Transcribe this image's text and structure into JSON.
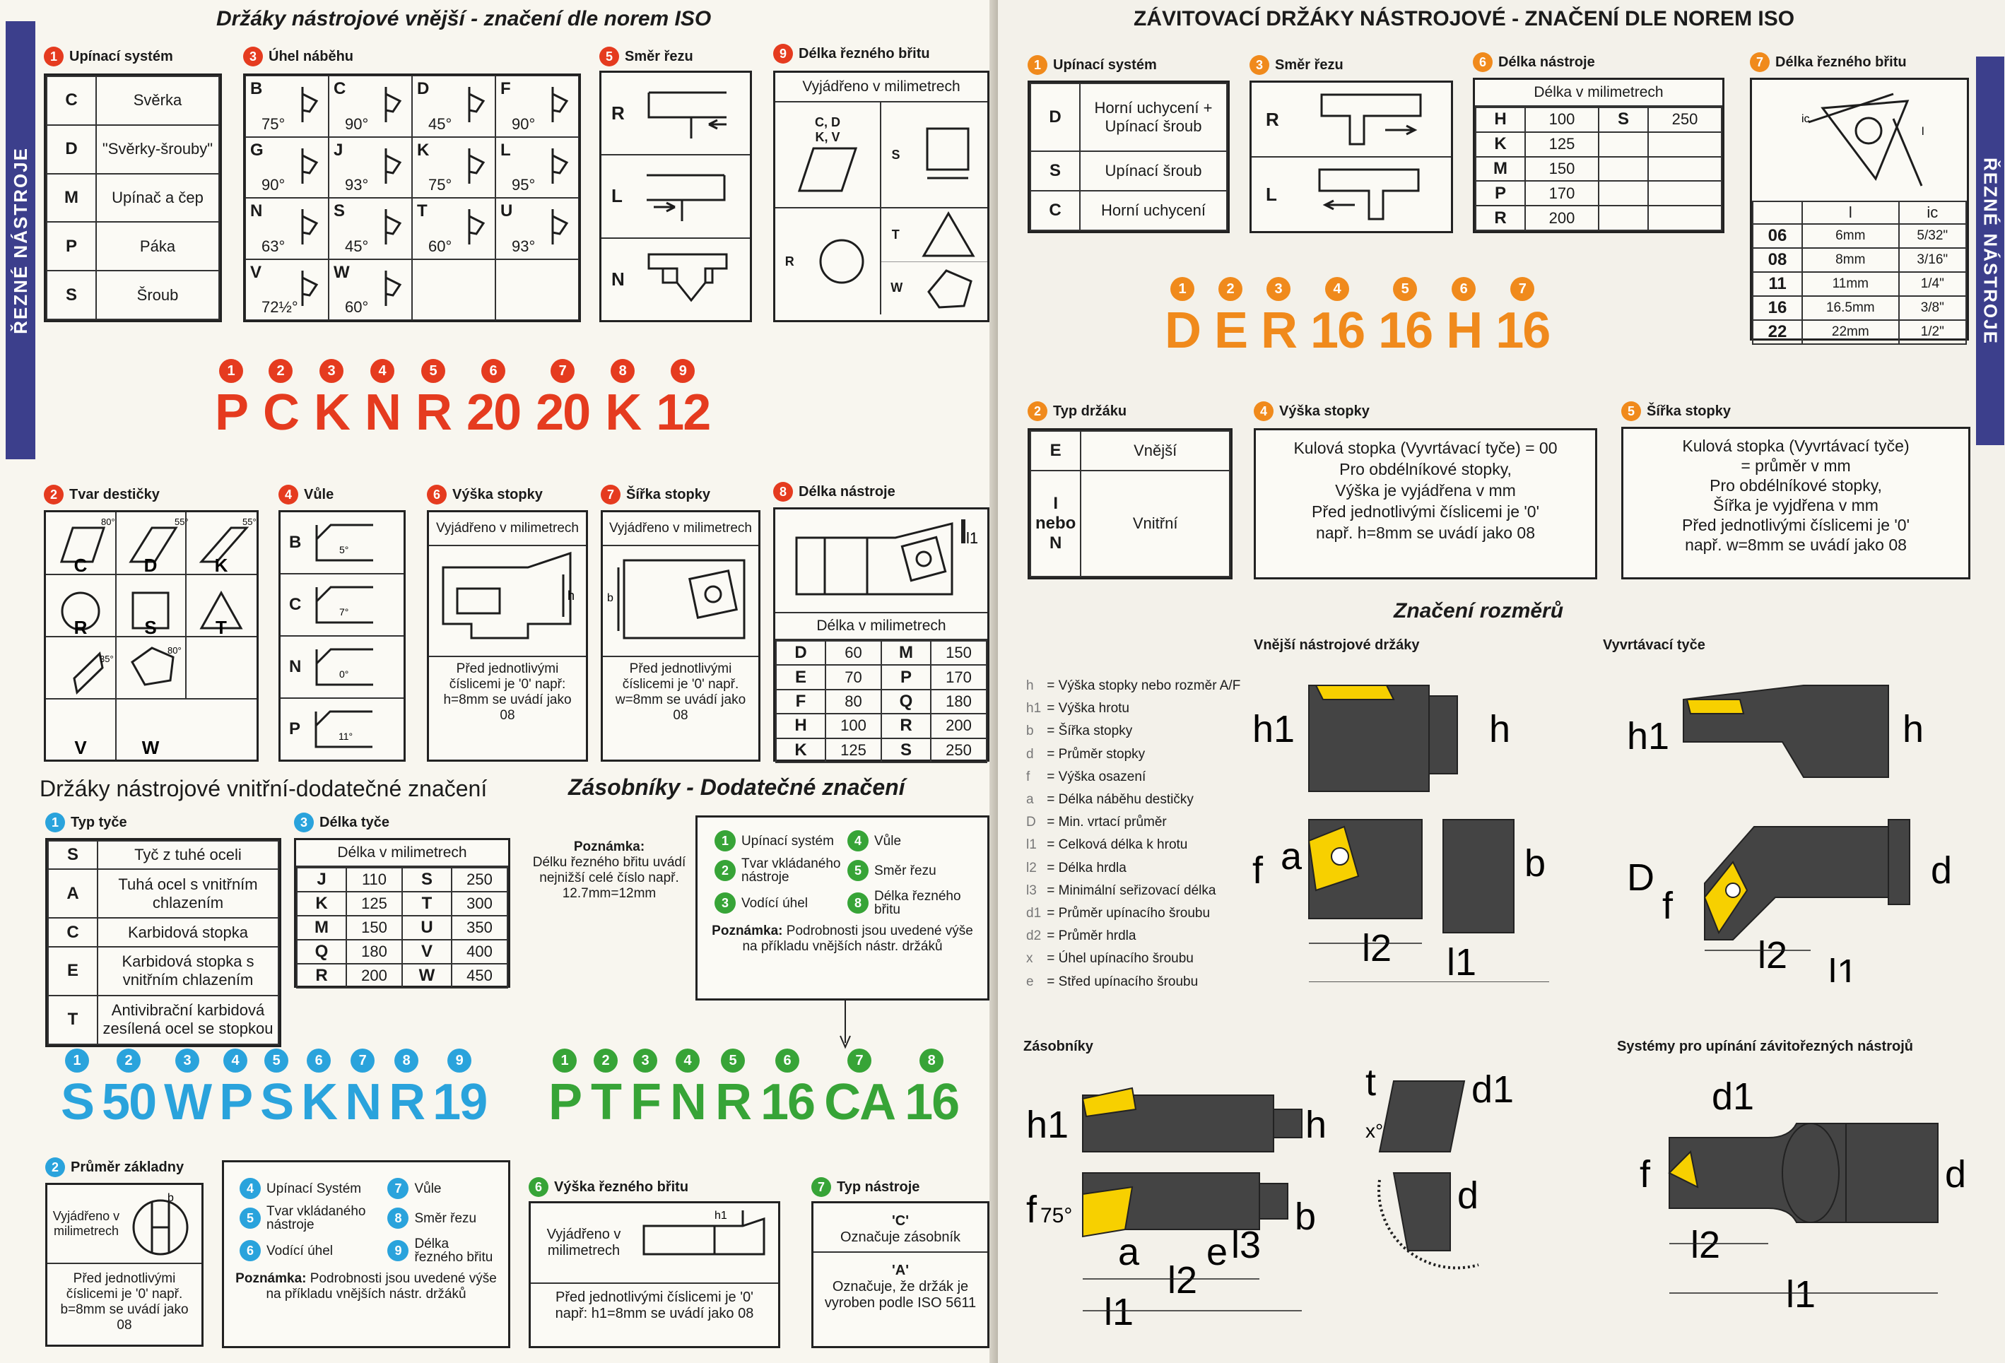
{
  "left_title": "Držáky nástrojové vnější - značení dle norem ISO",
  "side_label": "ŘEZNÉ NÁSTROJE",
  "upinaci": {
    "num": "1",
    "title": "Upínací systém",
    "rows": [
      [
        "C",
        "Svěrka"
      ],
      [
        "D",
        "\"Svěrky-šrouby\""
      ],
      [
        "M",
        "Upínač a čep"
      ],
      [
        "P",
        "Páka"
      ],
      [
        "S",
        "Šroub"
      ]
    ]
  },
  "uhel": {
    "num": "3",
    "title": "Úhel náběhu",
    "cells": [
      [
        "B",
        "75°"
      ],
      [
        "C",
        "90°"
      ],
      [
        "D",
        "45°"
      ],
      [
        "F",
        "90°"
      ],
      [
        "G",
        "90°"
      ],
      [
        "J",
        "93°"
      ],
      [
        "K",
        "75°"
      ],
      [
        "L",
        "95°"
      ],
      [
        "N",
        "63°"
      ],
      [
        "S",
        "45°"
      ],
      [
        "T",
        "60°"
      ],
      [
        "U",
        "93°"
      ],
      [
        "V",
        "72½°"
      ],
      [
        "W",
        "60°"
      ]
    ]
  },
  "smer": {
    "num": "5",
    "title": "Směr řezu",
    "rows": [
      "R",
      "L",
      "N"
    ]
  },
  "delka_brit": {
    "num": "9",
    "title": "Délka řezného břitu",
    "subtitle": "Vyjádřeno v milimetrech",
    "labels": [
      "C, D",
      "K, V",
      "S",
      "T",
      "R",
      "W"
    ]
  },
  "code_main": {
    "nums": [
      "1",
      "2",
      "3",
      "4",
      "5",
      "6",
      "7",
      "8",
      "9"
    ],
    "letters": [
      "P",
      "C",
      "K",
      "N",
      "R",
      "20",
      "20",
      "K",
      "12"
    ]
  },
  "tvar": {
    "num": "2",
    "title": "Tvar destičky",
    "angles": [
      "80°",
      "55°",
      "55°",
      "35°",
      "80°"
    ],
    "labels": [
      "C",
      "D",
      "K",
      "R",
      "S",
      "T",
      "V",
      "W"
    ]
  },
  "vule": {
    "num": "4",
    "title": "Vůle",
    "rows": [
      [
        "B",
        "5°"
      ],
      [
        "C",
        "7°"
      ],
      [
        "N",
        "0°"
      ],
      [
        "P",
        "11°"
      ]
    ]
  },
  "vyska": {
    "num": "6",
    "title": "Výška stopky",
    "subtitle": "Vyjádřeno v milimetrech",
    "note": "Před jednotlivými číslicemi je '0' např: h=8mm se uvádí jako 08",
    "dim": "h"
  },
  "sirka": {
    "num": "7",
    "title": "Šířka stopky",
    "subtitle": "Vyjádřeno v milimetrech",
    "note": "Před jednotlivými číslicemi je '0' např. w=8mm se uvádí jako 08",
    "dim": "b"
  },
  "delka_nastroje": {
    "num": "8",
    "title": "Délka nástroje",
    "dim": "l1",
    "subtitle": "Délka v milimetrech",
    "rows": [
      [
        "D",
        "60",
        "M",
        "150"
      ],
      [
        "E",
        "70",
        "P",
        "170"
      ],
      [
        "F",
        "80",
        "Q",
        "180"
      ],
      [
        "H",
        "100",
        "R",
        "200"
      ],
      [
        "K",
        "125",
        "S",
        "250"
      ]
    ]
  },
  "inner_title": "Držáky nástrojové vnitřní-dodatečné značení",
  "typ_tyce": {
    "num": "1",
    "title": "Typ tyče",
    "rows": [
      [
        "S",
        "Tyč z tuhé oceli"
      ],
      [
        "A",
        "Tuhá ocel s vnitřním chlazením"
      ],
      [
        "C",
        "Karbidová stopka"
      ],
      [
        "E",
        "Karbidová stopka s vnitřním chlazením"
      ],
      [
        "T",
        "Antivibrační karbidová zesílená ocel se stopkou"
      ]
    ]
  },
  "delka_tyce": {
    "num": "3",
    "title": "Délka tyče",
    "subtitle": "Délka v milimetrech",
    "rows": [
      [
        "J",
        "110",
        "S",
        "250"
      ],
      [
        "K",
        "125",
        "T",
        "300"
      ],
      [
        "M",
        "150",
        "U",
        "350"
      ],
      [
        "Q",
        "180",
        "V",
        "400"
      ],
      [
        "R",
        "200",
        "W",
        "450"
      ]
    ]
  },
  "zasobniky_title": "Zásobníky - Dodatečné značení",
  "zas_note": {
    "label": "Poznámka:",
    "text": "Délku řezného břitu uvádí nejnižší celé číslo např. 12.7mm=12mm"
  },
  "zas_legend": {
    "items": [
      [
        "1",
        "Upínací systém"
      ],
      [
        "4",
        "Vůle"
      ],
      [
        "2",
        "Tvar vkládaného nástroje"
      ],
      [
        "5",
        "Směr řezu"
      ],
      [
        "3",
        "Vodící úhel"
      ],
      [
        "8",
        "Délka řezného břitu"
      ]
    ],
    "note_label": "Poznámka:",
    "note": "Podrobnosti jsou uvedené výše na příkladu vnějších nástr. držáků"
  },
  "code_inner": {
    "nums": [
      "1",
      "2",
      "3",
      "4",
      "5",
      "6",
      "7",
      "8",
      "9"
    ],
    "letters": [
      "S",
      "50",
      "W",
      "P",
      "S",
      "K",
      "N",
      "R",
      "19"
    ]
  },
  "code_zas": {
    "nums": [
      "1",
      "2",
      "3",
      "4",
      "5",
      "6",
      "7",
      "8"
    ],
    "letters": [
      "P",
      "T",
      "F",
      "N",
      "R",
      "16",
      "CA",
      "16"
    ]
  },
  "prumer": {
    "num": "2",
    "title": "Průměr základny",
    "subtitle": "Vyjádřeno v milimetrech",
    "dim": "b",
    "note": "Před jednotlivými číslicemi je '0' např. b=8mm se uvádí jako 08"
  },
  "inner_legend": {
    "items": [
      [
        "4",
        "Upínací Systém"
      ],
      [
        "7",
        "Vůle"
      ],
      [
        "5",
        "Tvar vkládaného nástroje"
      ],
      [
        "8",
        "Směr řezu"
      ],
      [
        "6",
        "Vodící úhel"
      ],
      [
        "9",
        "Délka řezného břitu"
      ]
    ],
    "note_label": "Poznámka:",
    "note": "Podrobnosti jsou uvedené výše na příkladu vnějších nástr. držáků"
  },
  "vyska_britu": {
    "num": "6",
    "title": "Výška řezného břitu",
    "subtitle": "Vyjádřeno v milimetrech",
    "dim": "h1",
    "note": "Před jednotlivými číslicemi je '0' např: h1=8mm se uvádí jako 08"
  },
  "typ_nastroje": {
    "num": "7",
    "title": "Typ nástroje",
    "c_code": "'C'",
    "c_text": "Označuje zásobník",
    "a_code": "'A'",
    "a_text": "Označuje, že držák je vyroben podle ISO 5611"
  },
  "right_title": "ZÁVITOVACÍ DRŽÁKY NÁSTROJOVÉ - ZNAČENÍ DLE NOREM ISO",
  "r_upinaci": {
    "num": "1",
    "title": "Upínací systém",
    "rows": [
      [
        "D",
        "Horní uchycení + Upínací šroub"
      ],
      [
        "S",
        "Upínací šroub"
      ],
      [
        "C",
        "Horní uchycení"
      ]
    ]
  },
  "r_smer": {
    "num": "3",
    "title": "Směr řezu",
    "rows": [
      "R",
      "L"
    ]
  },
  "r_delka": {
    "num": "6",
    "title": "Délka nástroje",
    "subtitle": "Délka v milimetrech",
    "rows": [
      [
        "H",
        "100",
        "S",
        "250"
      ],
      [
        "K",
        "125",
        "",
        ""
      ],
      [
        "M",
        "150",
        "",
        ""
      ],
      [
        "P",
        "170",
        "",
        ""
      ],
      [
        "R",
        "200",
        "",
        ""
      ]
    ]
  },
  "r_brit": {
    "num": "7",
    "title": "Délka řezného břitu",
    "labels": [
      "ic",
      "l"
    ],
    "header": [
      "l",
      "ic"
    ],
    "rows": [
      [
        "06",
        "6mm",
        "5/32\""
      ],
      [
        "08",
        "8mm",
        "3/16\""
      ],
      [
        "11",
        "11mm",
        "1/4\""
      ],
      [
        "16",
        "16.5mm",
        "3/8\""
      ],
      [
        "22",
        "22mm",
        "1/2\""
      ]
    ]
  },
  "code_r": {
    "nums": [
      "1",
      "2",
      "3",
      "4",
      "5",
      "6",
      "7"
    ],
    "letters": [
      "D",
      "E",
      "R",
      "16",
      "16",
      "H",
      "16"
    ]
  },
  "r_typ": {
    "num": "2",
    "title": "Typ držáku",
    "rows": [
      [
        "E",
        "Vnější"
      ],
      [
        "I nebo N",
        "Vnitřní"
      ]
    ]
  },
  "r_vyska": {
    "num": "4",
    "title": "Výška stopky",
    "lines": [
      "Kulová stopka (Vyvrtávací tyče) = 00",
      "Pro obdélníkové stopky,",
      "Výška je vyjádřena v mm",
      "Před jednotlivými číslicemi je '0'",
      "např. h=8mm se uvádí jako 08"
    ]
  },
  "r_sirka": {
    "num": "5",
    "title": "Šířka stopky",
    "lines": [
      "Kulová stopka (Vyvrtávací tyče)",
      "= průměr v mm",
      "Pro obdélníkové stopky,",
      "Šířka je vyjdřena v mm",
      "Před jednotlivými číslicemi je '0'",
      "např. w=8mm se uvádí jako 08"
    ]
  },
  "rozmery_title": "Značení rozměrů",
  "ext_label": "Vnější nástrojové držáky",
  "bore_label": "Vyvrtávací tyče",
  "legend": [
    [
      "h",
      "Výška stopky nebo rozměr A/F"
    ],
    [
      "h1",
      "Výška hrotu"
    ],
    [
      "b",
      "Šířka stopky"
    ],
    [
      "d",
      "Průměr stopky"
    ],
    [
      "f",
      "Výška osazení"
    ],
    [
      "a",
      "Délka náběhu destičky"
    ],
    [
      "D",
      "Min. vrtací průměr"
    ],
    [
      "l1",
      "Celková délka k hrotu"
    ],
    [
      "l2",
      "Délka hrdla"
    ],
    [
      "l3",
      "Minimální seřizovací délka"
    ],
    [
      "d1",
      "Průměr upínacího šroubu"
    ],
    [
      "d2",
      "Průměr hrdla"
    ],
    [
      "x",
      "Úhel upínacího šroubu"
    ],
    [
      "e",
      "Střed upínacího šroubu"
    ]
  ],
  "zas_label": "Zásobníky",
  "systems_label": "Systémy pro upínání závitořezných nástrojů",
  "dims": {
    "h": "h",
    "h1": "h1",
    "f": "f",
    "a": "a",
    "b": "b",
    "l1": "l1",
    "l2": "l2",
    "l3": "l3",
    "D": "D",
    "d": "d",
    "d1": "d1",
    "t": "t",
    "e": "e",
    "x": "x°",
    "ang": "75°"
  }
}
